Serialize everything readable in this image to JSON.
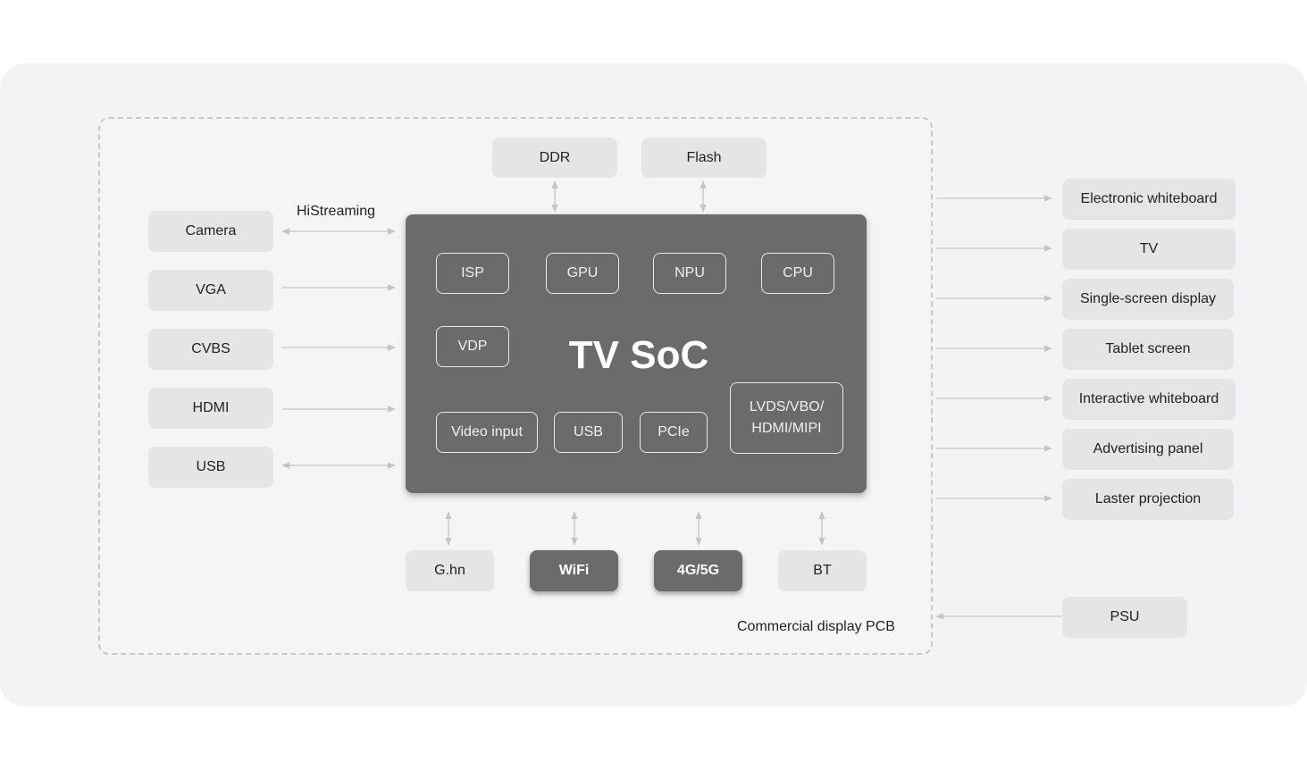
{
  "diagram": {
    "pcb_label": "Commercial display PCB",
    "histreaming_label": "HiStreaming",
    "soc": {
      "title": "TV SoC",
      "modules": {
        "isp": "ISP",
        "gpu": "GPU",
        "npu": "NPU",
        "cpu": "CPU",
        "vdp": "VDP",
        "video_input": "Video input",
        "usb": "USB",
        "pcie": "PCIe",
        "lvds_line1": "LVDS/VBO/",
        "lvds_line2": "HDMI/MIPI"
      }
    },
    "memory": {
      "ddr": "DDR",
      "flash": "Flash"
    },
    "inputs": {
      "camera": "Camera",
      "vga": "VGA",
      "cvbs": "CVBS",
      "hdmi": "HDMI",
      "usb": "USB"
    },
    "connectivity": {
      "ghn": "G.hn",
      "wifi": "WiFi",
      "cellular": "4G/5G",
      "bt": "BT"
    },
    "outputs": {
      "electronic_whiteboard": "Electronic whiteboard",
      "tv": "TV",
      "single_screen_display": "Single-screen display",
      "tablet_screen": "Tablet screen",
      "interactive_whiteboard": "Interactive whiteboard",
      "advertising_panel": "Advertising panel",
      "laser_projection": "Laster projection"
    },
    "power": {
      "psu": "PSU"
    },
    "colors": {
      "soc": "#6b6b6b",
      "box": "#e5e5e5",
      "panel": "#f2f3f5",
      "arrow": "#c4c4c4"
    }
  }
}
